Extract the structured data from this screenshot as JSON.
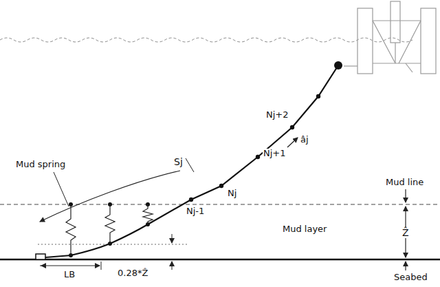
{
  "diagram": {
    "labels": [
      "Mud spring",
      "Sj",
      "Nj+2",
      "âj",
      "Nj+1",
      "Nj",
      "Nj-1",
      "Mud line",
      "Mud layer",
      "Ẑ",
      "LB",
      "0.28*Ẑ",
      "Seabed"
    ]
  }
}
